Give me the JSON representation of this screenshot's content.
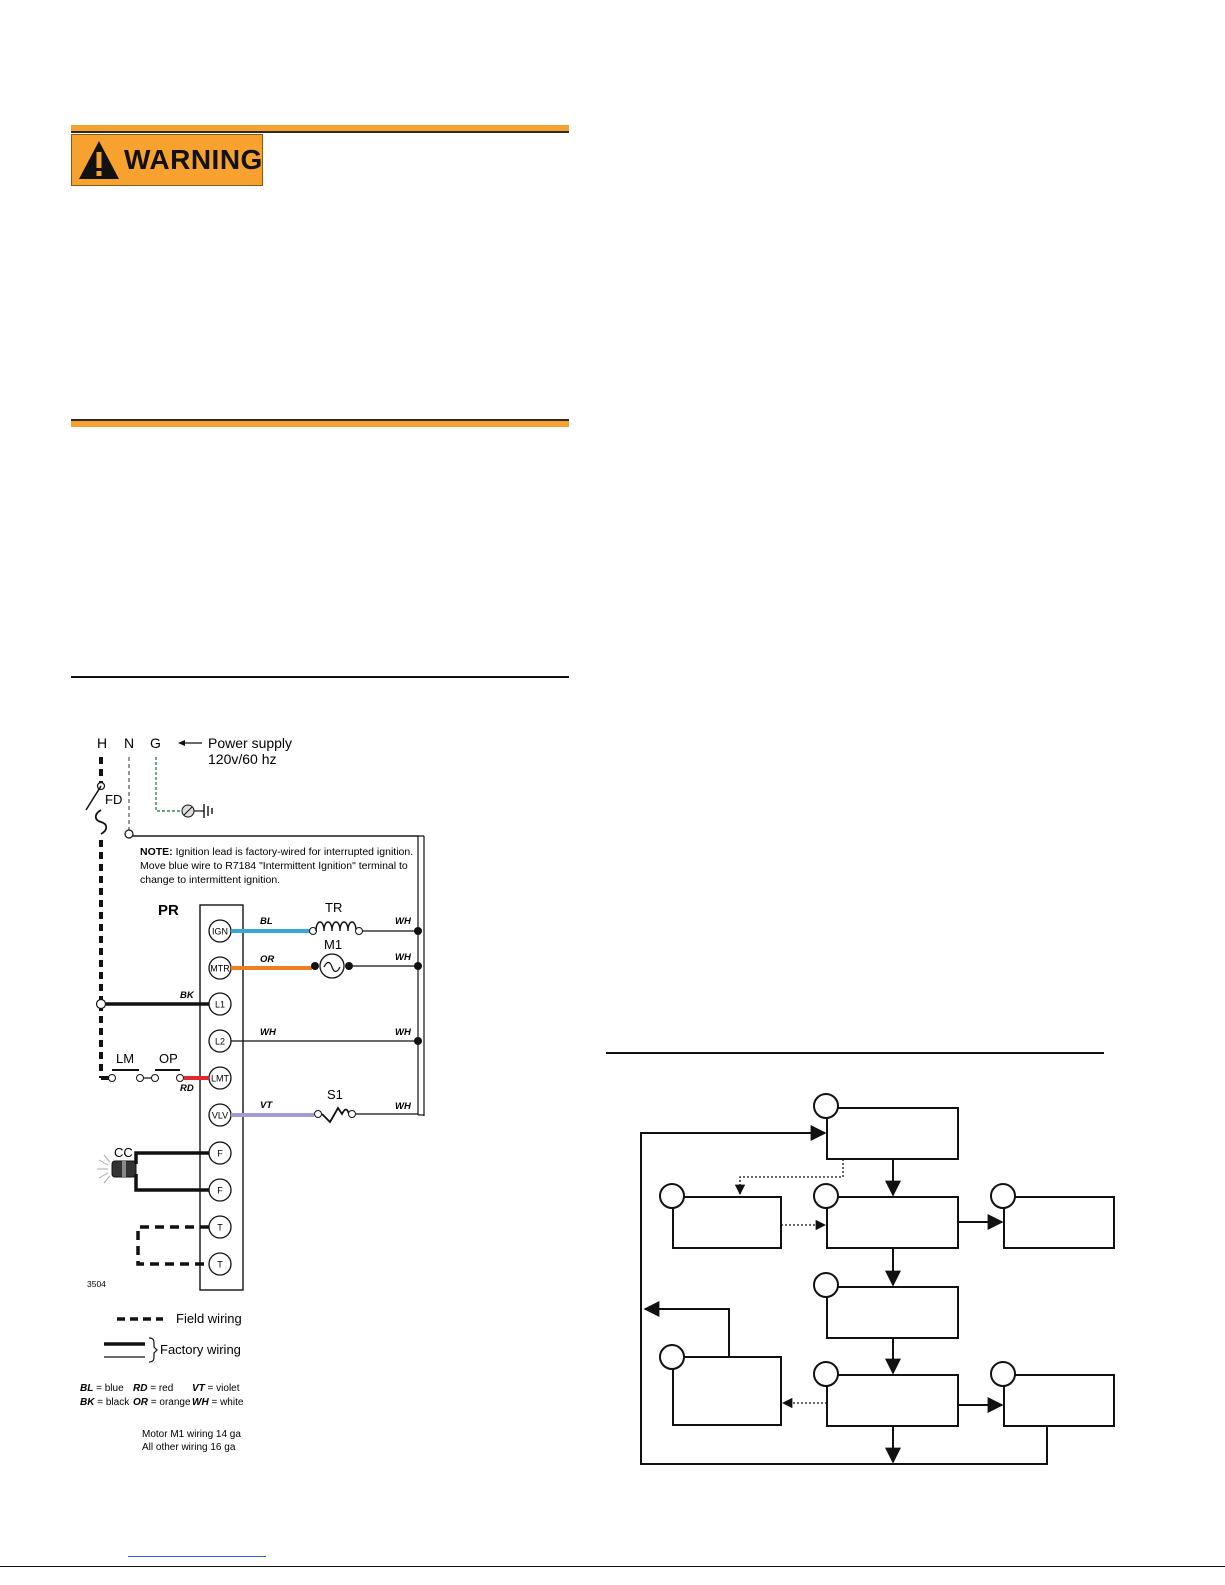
{
  "warning": {
    "label": "WARNING",
    "color": "#f7a12f"
  },
  "wiring": {
    "header_labels": [
      "H",
      "N",
      "G"
    ],
    "power_supply": "Power supply",
    "power_rating": "120v/60 hz",
    "fd": "FD",
    "note_bold": "NOTE:",
    "note_line1": " Ignition lead is factory-wired for interrupted ignition.",
    "note_line2": "Move blue wire to R7184 \"Intermittent Ignition\" terminal to",
    "note_line3": "change to intermittent ignition.",
    "pr": "PR",
    "terminals": [
      "IGN",
      "MTR",
      "L1",
      "L2",
      "LMT",
      "VLV",
      "F",
      "F",
      "T",
      "T"
    ],
    "components": {
      "tr": "TR",
      "m1": "M1",
      "s1": "S1",
      "lm": "LM",
      "op": "OP",
      "cc": "CC"
    },
    "wire_labels": {
      "bl": "BL",
      "or": "OR",
      "bk": "BK",
      "wh": "WH",
      "rd": "RD",
      "vt": "VT"
    },
    "wire_colors": {
      "blue": "#3aa6d8",
      "orange": "#ef7d22",
      "red": "#e0282e",
      "violet": "#a59ad2",
      "ground": "#2e8b57"
    },
    "figure_number": "3504",
    "legend_field": "Field wiring",
    "legend_factory": "Factory wiring",
    "legend_colors": [
      {
        "code": "BL",
        "name": " = blue"
      },
      {
        "code": "RD",
        "name": " = red"
      },
      {
        "code": "VT",
        "name": " = violet"
      },
      {
        "code": "BK",
        "name": " = black"
      },
      {
        "code": "OR",
        "name": " = orange"
      },
      {
        "code": "WH",
        "name": " = white"
      }
    ],
    "gauge_line1": "Motor M1 wiring 14 ga",
    "gauge_line2": "All other wiring 16 ga"
  }
}
